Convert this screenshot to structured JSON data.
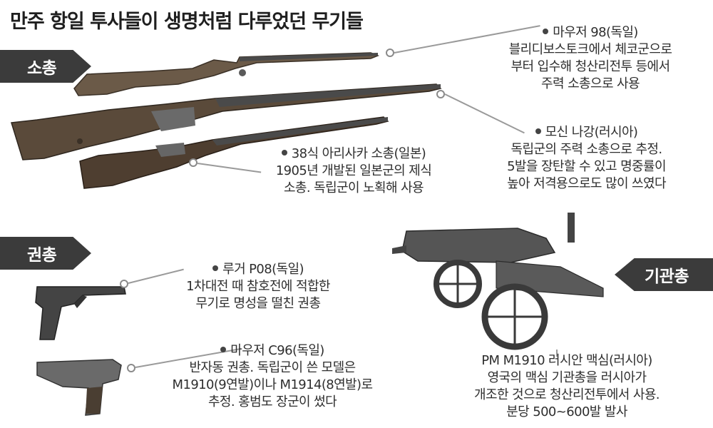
{
  "title": "만주 항일 투사들이 생명처럼 다루었던 무기들",
  "categories": {
    "rifle": "소총",
    "pistol": "권총",
    "machine_gun": "기관총"
  },
  "items": [
    {
      "name": "마우저 98(독일)",
      "desc": "블리디보스토크에서 체코군으로\n부터 입수해 청산리전투 등에서\n주력 소총으로 사용"
    },
    {
      "name": "모신 나강(러시아)",
      "desc": "독립군의 주력 소총으로 추정.\n5발을 장탄할 수 있고 명중률이\n높아 저격용으로도 많이 쓰였다"
    },
    {
      "name": "38식 아리사카 소총(일본)",
      "desc": "1905년 개발된 일본군의 제식\n소총. 독립군이 노획해 사용"
    },
    {
      "name": "루거 P08(독일)",
      "desc": "1차대전 때 참호전에 적합한\n무기로 명성을 떨친 권총"
    },
    {
      "name": "마우저 C96(독일)",
      "desc": "반자동 권총. 독립군이 쓴 모델은\nM1910(9연발)이나 M1914(8연발)로\n추정. 홍범도 장군이 썼다"
    },
    {
      "name": "PM M1910 러시안 맥심(러시아)",
      "desc": "영국의 맥심 기관총을 러시아가\n개조한 것으로 청산리전투에서 사용.\n분당 500~600발 발사"
    }
  ]
}
